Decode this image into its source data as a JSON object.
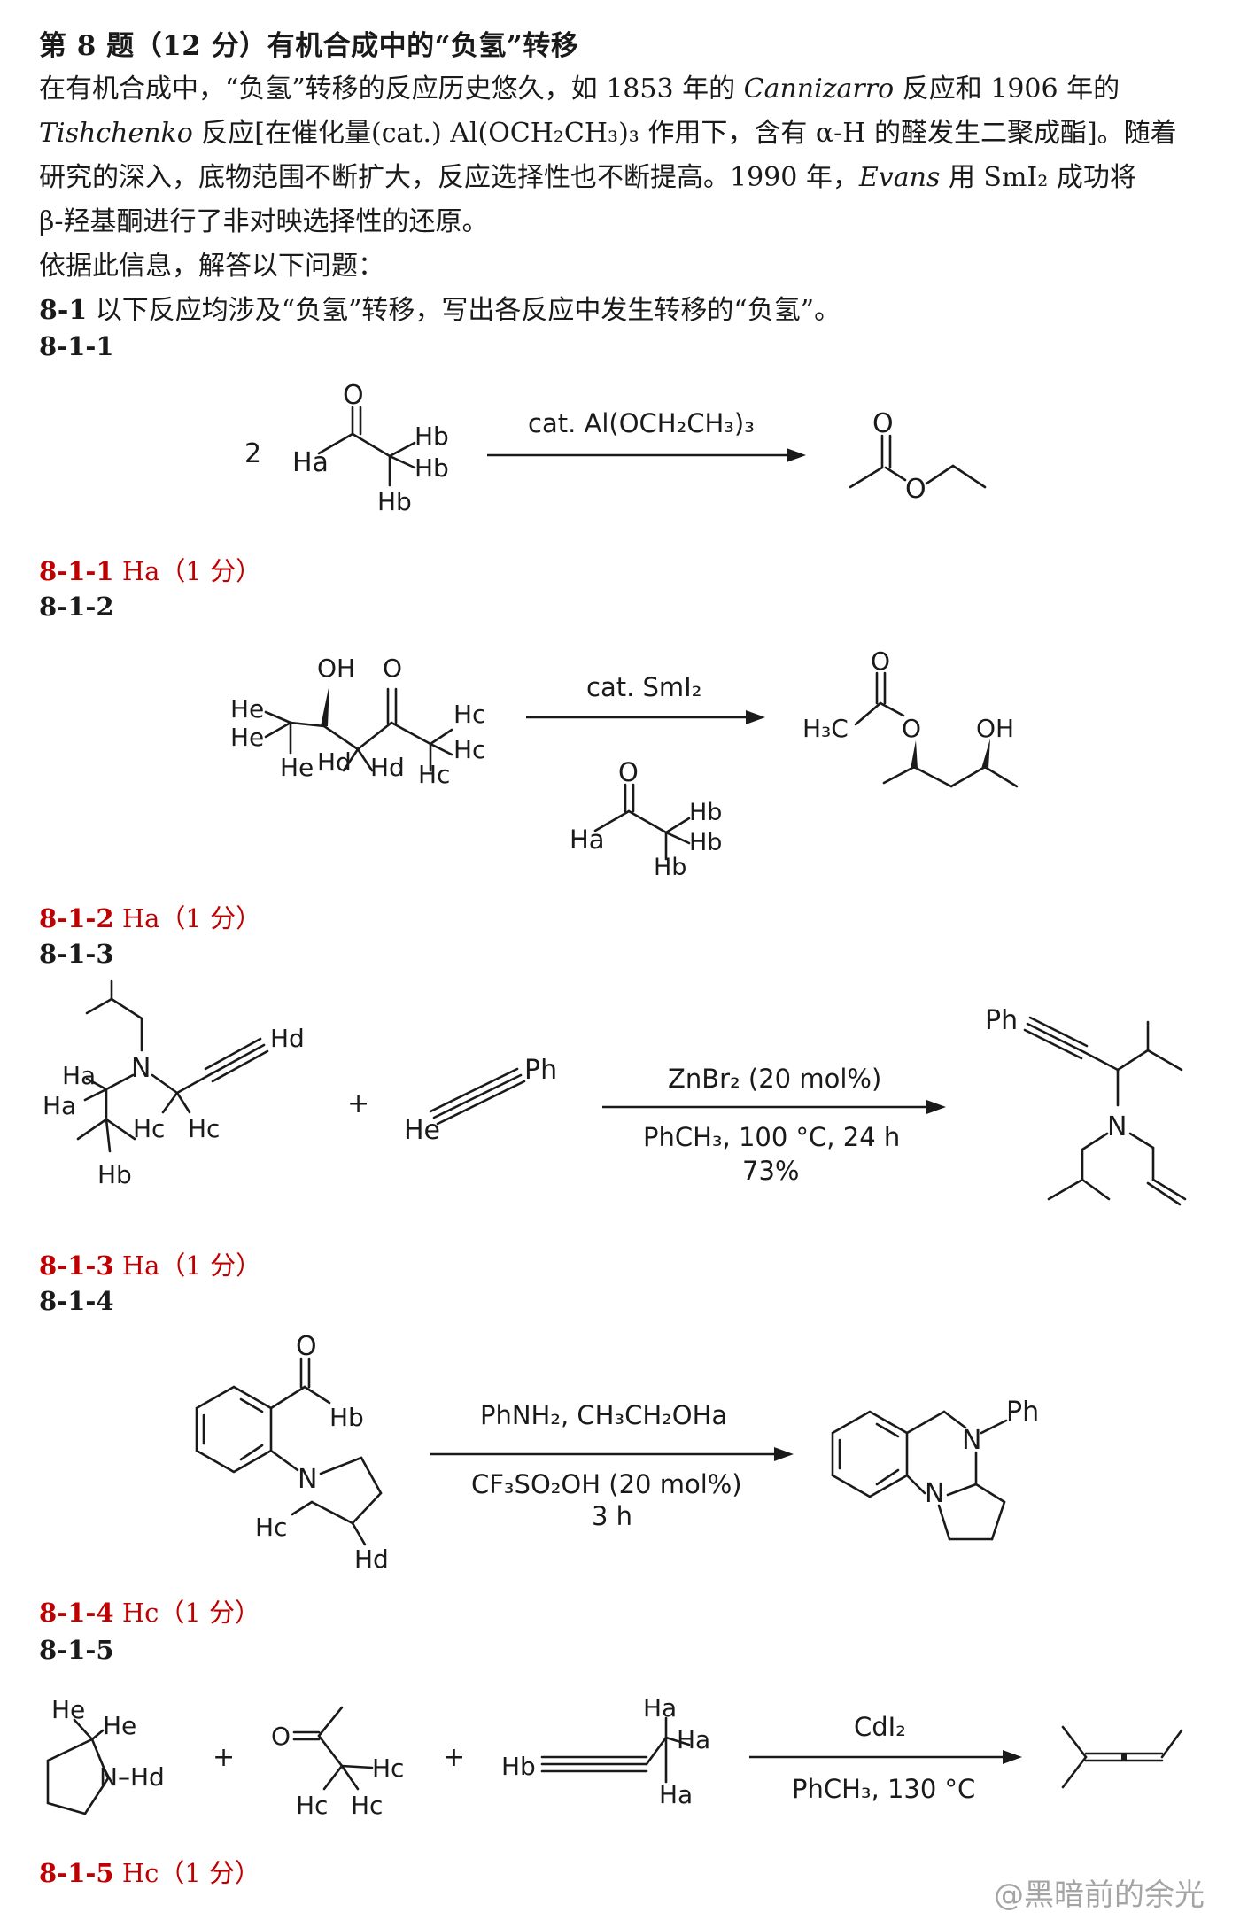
{
  "question": {
    "title": "第 8 题（12 分）有机合成中的“负氢”转移",
    "intro_line1_a": "在有机合成中，“负氢”转移的反应历史悠久，如 1853 年的 ",
    "intro_cannizzaro": "Cannizarro",
    "intro_line1_b": " 反应和 1906 年的",
    "intro_tishchenko": "Tishchenko",
    "intro_line2": " 反应[在催化量(cat.) Al(OCH₂CH₃)₃ 作用下，含有 α-H 的醛发生二聚成酯]。随着",
    "intro_line3_a": "研究的深入，底物范围不断扩大，反应选择性也不断提高。1990 年，",
    "intro_evans": "Evans",
    "intro_line3_b": " 用 SmI₂ 成功将",
    "intro_line4": "β-羟基酮进行了非对映选择性的还原。",
    "prompt": "依据此信息，解答以下问题：",
    "q81_num": "8-1",
    "q81_text": " 以下反应均涉及“负氢”转移，写出各反应中发生转移的“负氢”。"
  },
  "parts": [
    {
      "label": "8-1-1",
      "answer_num": "8-1-1",
      "answer_h": "Ha",
      "answer_score": "（1 分）"
    },
    {
      "label": "8-1-2",
      "answer_num": "8-1-2",
      "answer_h": "Ha",
      "answer_score": "（1 分）"
    },
    {
      "label": "8-1-3",
      "answer_num": "8-1-3",
      "answer_h": "Ha",
      "answer_score": "（1 分）"
    },
    {
      "label": "8-1-4",
      "answer_num": "8-1-4",
      "answer_h": "Hc",
      "answer_score": "（1 分）"
    },
    {
      "label": "8-1-5",
      "answer_num": "8-1-5",
      "answer_h": "Hc",
      "answer_score": "（1 分）"
    }
  ],
  "reactions": {
    "r1": {
      "coef": "2",
      "reagent": "cat. Al(OCH₂CH₃)₃",
      "ha": "Ha",
      "hb": "Hb",
      "o": "O"
    },
    "r2": {
      "reagent_top": "cat. SmI₂",
      "h3c": "H₃C",
      "oh": "OH",
      "o": "O",
      "he": "He",
      "hd": "Hd",
      "hc": "Hc",
      "ha": "Ha",
      "hb": "Hb"
    },
    "r3": {
      "plus": "+",
      "reagent_top": "ZnBr₂ (20 mol%)",
      "reagent_bottom": "PhCH₃, 100 °C, 24 h",
      "yield": "73%",
      "ph": "Ph",
      "n": "N",
      "ha": "Ha",
      "hb": "Hb",
      "hc": "Hc",
      "hd": "Hd",
      "he": "He"
    },
    "r4": {
      "reagent_top": "PhNH₂, CH₃CH₂OHa",
      "reagent_bottom1": "CF₃SO₂OH (20 mol%)",
      "reagent_bottom2": "3 h",
      "ph": "Ph",
      "n": "N",
      "o": "O",
      "hb": "Hb",
      "hc": "Hc",
      "hd": "Hd"
    },
    "r5": {
      "plus": "+",
      "reagent_top": "CdI₂",
      "reagent_bottom": "PhCH₃, 130 °C",
      "n_h": "N–Hd",
      "o": "O",
      "he": "He",
      "hc": "Hc",
      "hb": "Hb",
      "ha": "Ha"
    }
  },
  "watermark": "@黑暗前的余光"
}
